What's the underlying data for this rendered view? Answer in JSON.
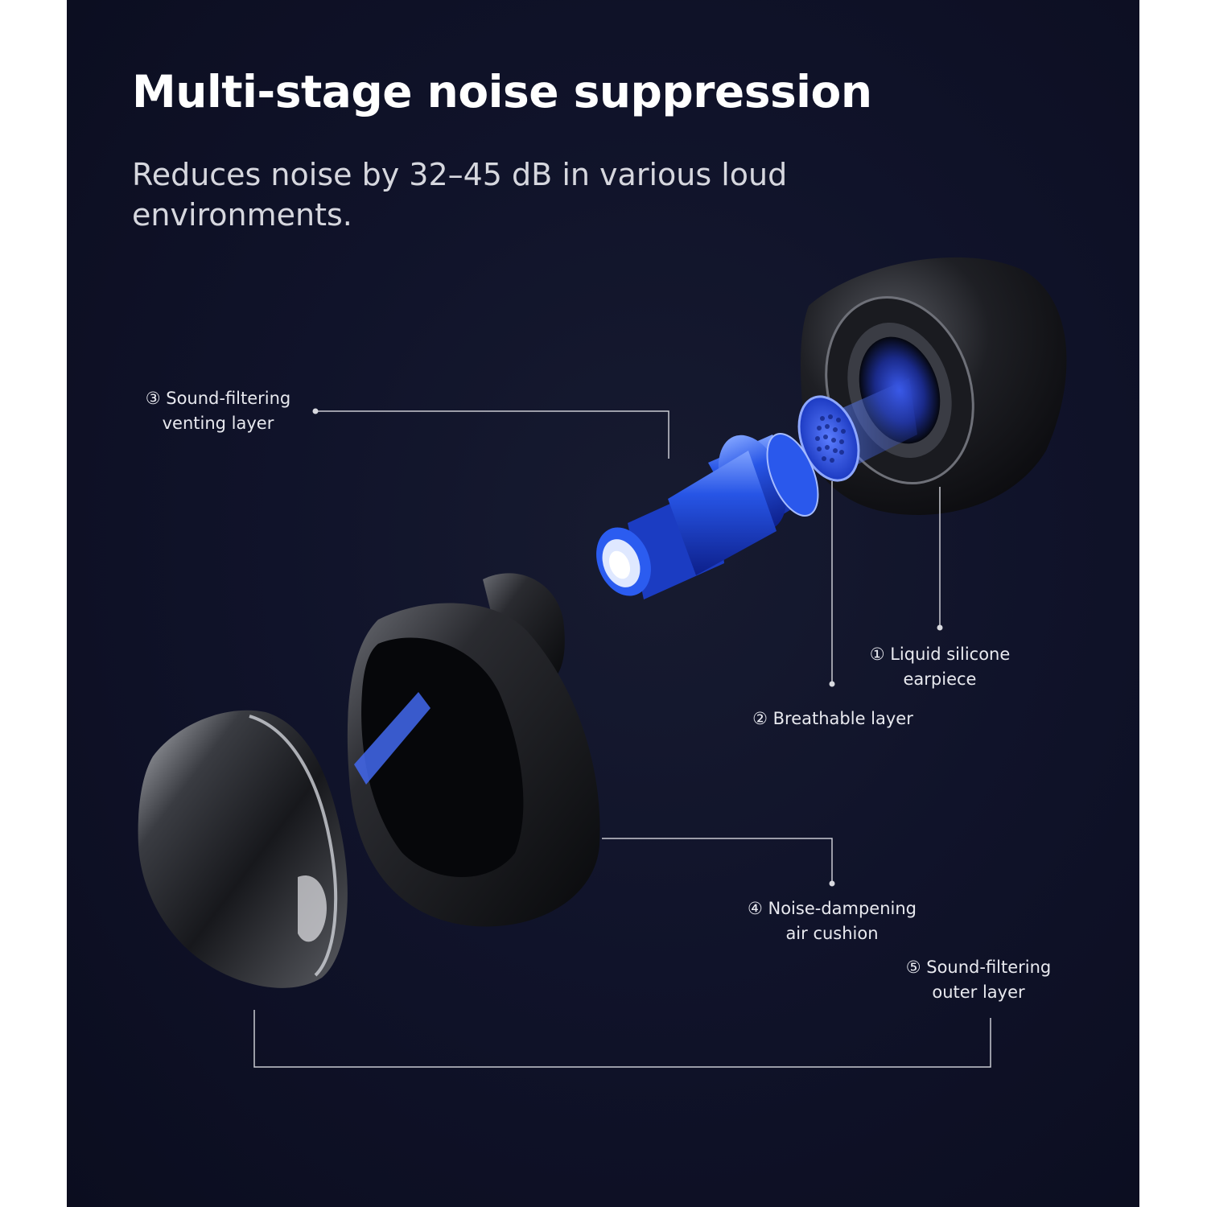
{
  "header": {
    "title": "Multi-stage noise suppression",
    "subtitle": "Reduces noise by 32–45 dB in various loud environments."
  },
  "labels": {
    "sound_filtering_venting": {
      "line1": "③ Sound-filtering",
      "line2": "venting layer"
    },
    "liquid_silicone": {
      "line1": "① Liquid silicone",
      "line2": "earpiece"
    },
    "breathable": {
      "line1": "② Breathable layer"
    },
    "noise_dampening": {
      "line1": "④ Noise-dampening",
      "line2": "air cushion"
    },
    "sound_filtering_outer": {
      "line1": "⑤ Sound-filtering",
      "line2": "outer layer"
    }
  },
  "colors": {
    "background": "#10132a",
    "leader_line": "#c9cad2",
    "accent_blue": "#1d49d8",
    "body_black": "#141518"
  }
}
